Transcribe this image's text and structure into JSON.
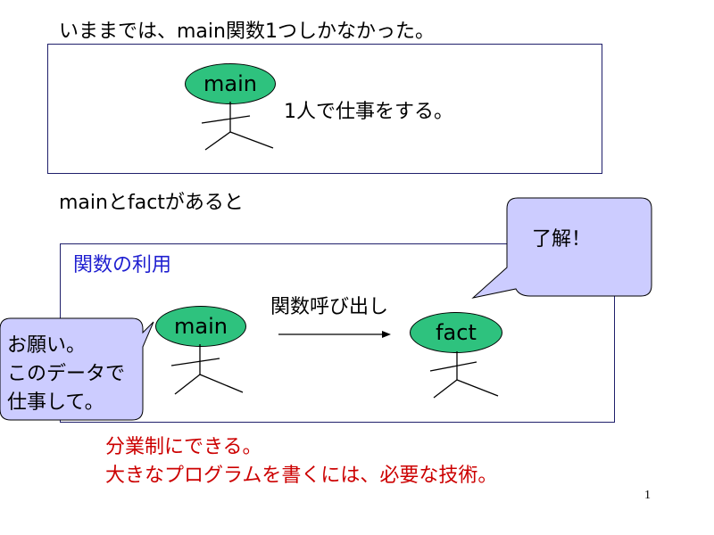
{
  "heading1": "いままでは、main関数1つしかなかった。",
  "box1": {
    "main_label": "main",
    "caption": "1人で仕事をする。"
  },
  "heading2": "mainとfactがあると",
  "box2": {
    "title": "関数の利用",
    "main_label": "main",
    "fact_label": "fact",
    "call_label": "関数呼び出し"
  },
  "bubble_right": "了解！",
  "bubble_left": [
    "お願い。",
    "このデータで",
    "仕事して。"
  ],
  "conclusion": [
    "分業制にできる。",
    "大きなプログラムを書くには、必要な技術。"
  ],
  "page_number": "1",
  "colors": {
    "ellipse_green": "#2ec27e",
    "bubble_fill": "#ccccff",
    "title_blue": "#1f1fd0",
    "conclusion_red": "#cc0000",
    "box_border": "#1f1f6b"
  }
}
